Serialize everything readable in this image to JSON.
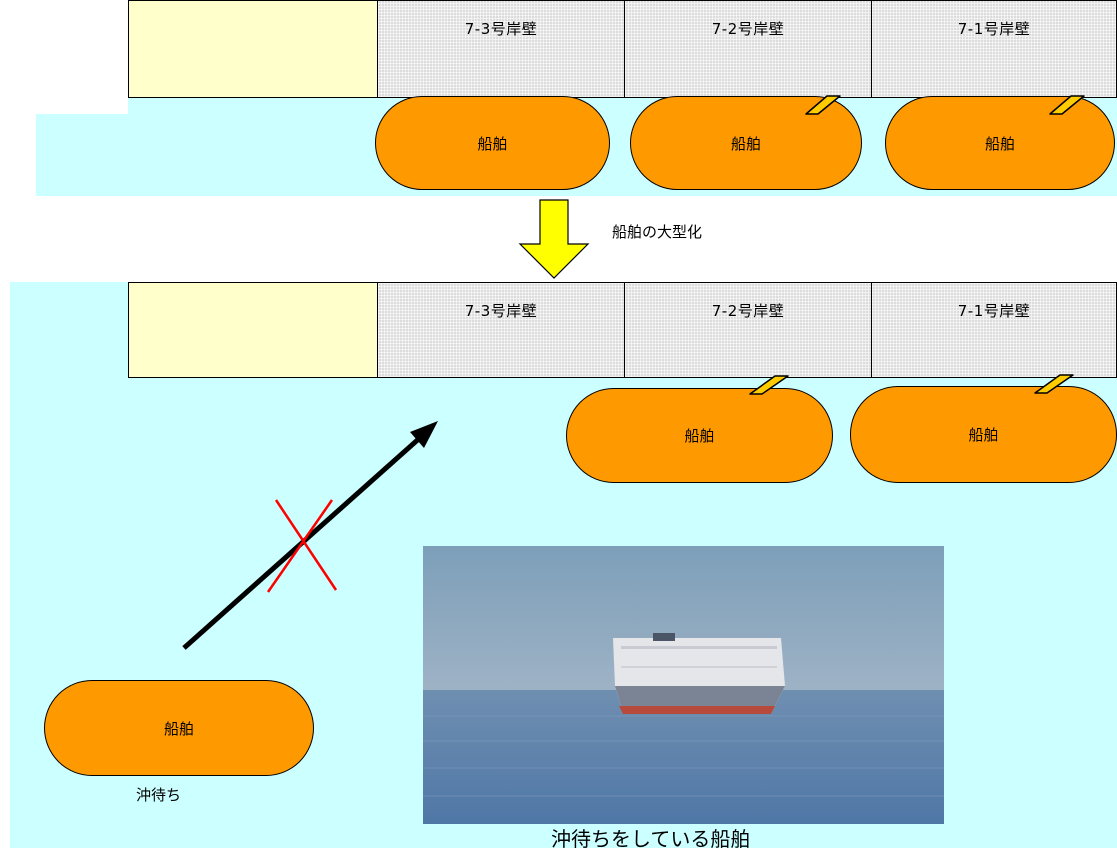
{
  "top": {
    "berths": [
      {
        "label": "7-3号岸壁"
      },
      {
        "label": "7-2号岸壁"
      },
      {
        "label": "7-1号岸壁"
      }
    ],
    "ships": [
      {
        "label": "船舶"
      },
      {
        "label": "船舶"
      },
      {
        "label": "船舶"
      }
    ]
  },
  "transition": {
    "label": "船舶の大型化"
  },
  "bottom": {
    "berths": [
      {
        "label": "7-3号岸壁"
      },
      {
        "label": "7-2号岸壁"
      },
      {
        "label": "7-1号岸壁"
      }
    ],
    "ships": [
      {
        "label": "船舶"
      },
      {
        "label": "船舶"
      }
    ],
    "waiting_ship": {
      "label": "船舶",
      "caption": "沖待ち"
    }
  },
  "photo": {
    "caption": "沖待ちをしている船舶"
  },
  "colors": {
    "sea": "#ccffff",
    "yard": "#ffffcc",
    "berth": "#dcdcdc",
    "ship": "#ff9900",
    "down_arrow": "#ffff00",
    "blocked_mark": "#ff0000"
  }
}
